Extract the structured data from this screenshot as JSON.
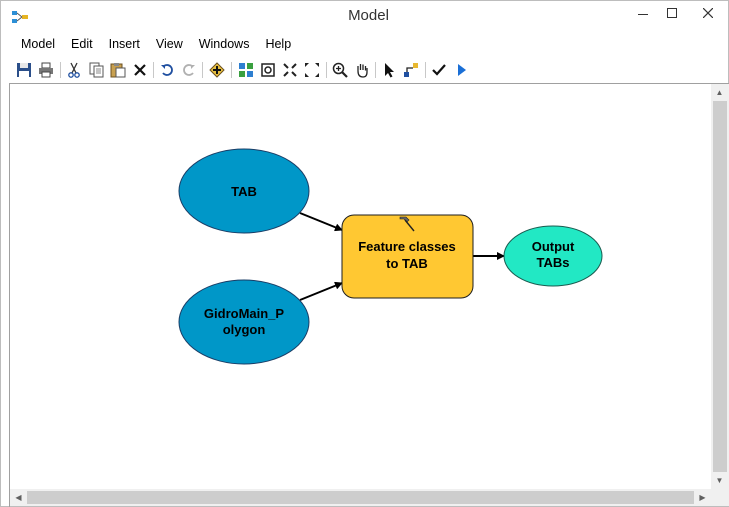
{
  "window": {
    "title": "Model"
  },
  "menu": {
    "items": [
      "Model",
      "Edit",
      "Insert",
      "View",
      "Windows",
      "Help"
    ]
  },
  "toolbar": {
    "icons": [
      "save-icon",
      "print-icon",
      "cut-icon",
      "copy-icon",
      "paste-icon",
      "delete-icon",
      "undo-icon",
      "redo-icon",
      "add-data-icon",
      "auto-layout-icon",
      "full-extent-icon",
      "zoom-in-fixed-icon",
      "zoom-out-fixed-icon",
      "zoom-in-icon",
      "pan-icon",
      "select-icon",
      "connect-icon",
      "validate-icon",
      "run-icon"
    ]
  },
  "model": {
    "nodes": {
      "tab": {
        "line1": "TAB",
        "line2": "",
        "type": "input-data",
        "color": "#0097c8"
      },
      "gidromain": {
        "line1": "GidroMain_P",
        "line2": "olygon",
        "type": "input-data",
        "color": "#0097c8"
      },
      "tool": {
        "line1": "Feature classes",
        "line2": "to TAB",
        "type": "tool",
        "color": "#ffc832"
      },
      "output": {
        "line1": "Output",
        "line2": "TABs",
        "type": "derived-data",
        "color": "#22e8c4"
      }
    }
  },
  "colors": {
    "input_data": "#0097c8",
    "tool": "#ffc832",
    "derived_data": "#22e8c4",
    "run_arrow": "#1a6fd6"
  }
}
